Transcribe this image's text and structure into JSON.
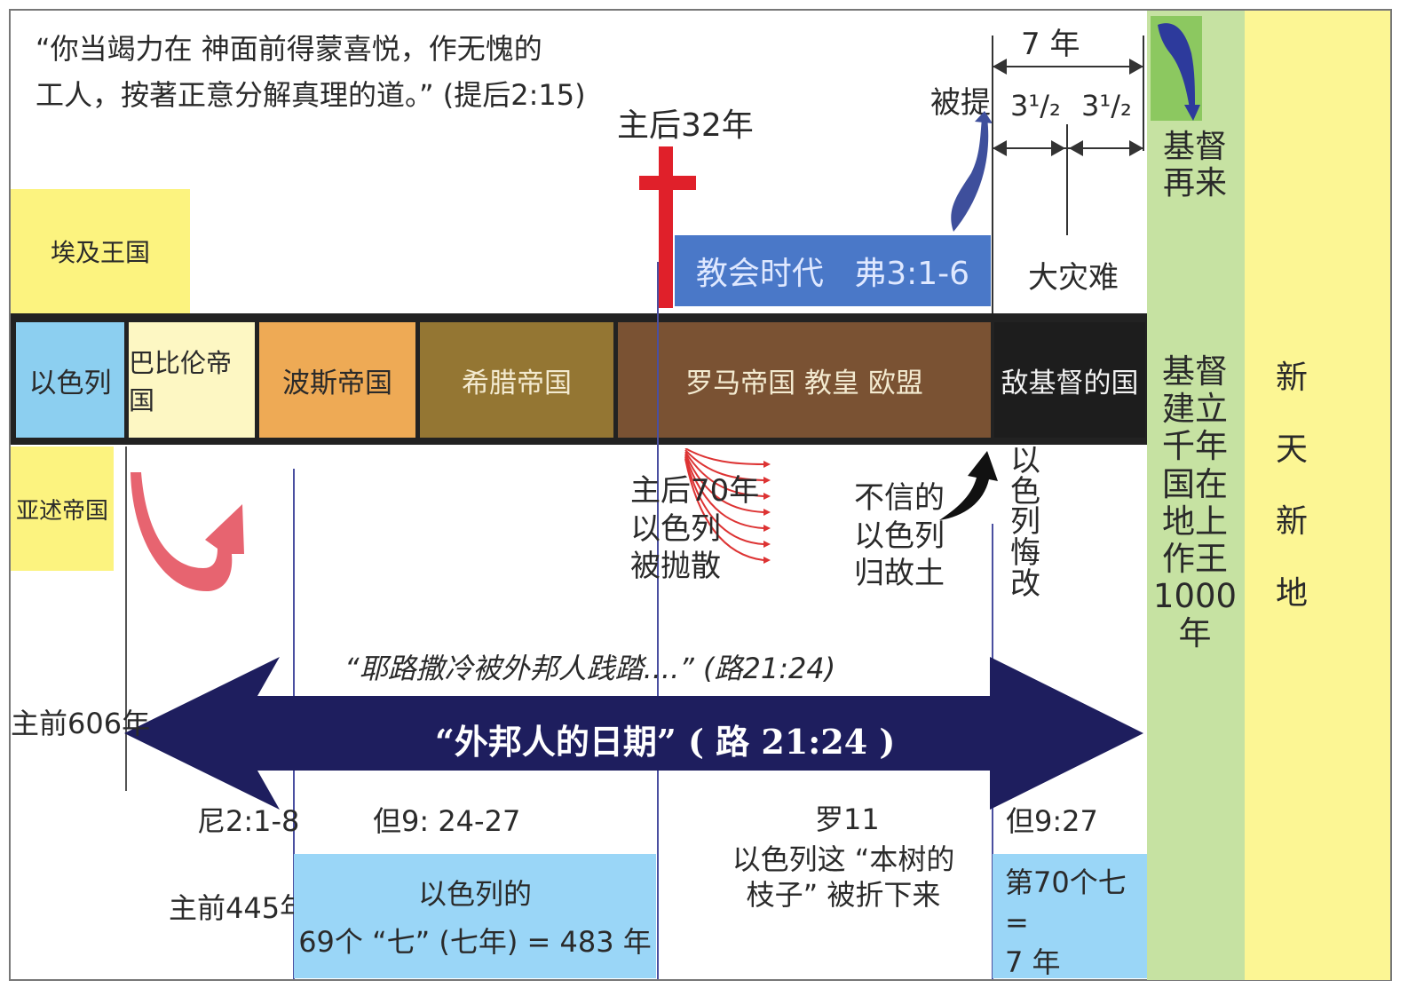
{
  "quote": {
    "line1": "“你当竭力在   神面前得蒙喜悦，作无愧的",
    "line2": "工人，按著正意分解真理的道。” (提后2:15)"
  },
  "labels": {
    "egypt": "埃及王国",
    "assyria": "亚述帝国",
    "ad32": "主后32年",
    "church_age": "教会时代   弗3:1-6",
    "rapture": "被提",
    "seven_years": "7 年",
    "half_left": "3¹/₂",
    "half_right": "3¹/₂",
    "tribulation": "大灾难",
    "second_coming": [
      "基督",
      "再来"
    ],
    "millennium": [
      "基督",
      "建立",
      "千年",
      "国在",
      "地上",
      "作王",
      "1000",
      "年"
    ],
    "new_heaven": [
      "新",
      "天",
      "新",
      "地"
    ],
    "ad70": [
      "主后70年",
      "以色列",
      "被抛散"
    ],
    "unbelieving": [
      "不信的",
      "以色列",
      "归故土"
    ],
    "repent": [
      "以",
      "色",
      "列",
      "悔",
      "改"
    ],
    "jerusalem_quote": "“耶路撒冷被外邦人践踏....” (路21:24)",
    "gentile_times": "“外邦人的日期” ( 路 21:24 )",
    "bc606": "主前606年",
    "neh": "尼2:1-8",
    "dan9_24": "但9: 24-27",
    "rom11": "罗11",
    "branches": [
      "以色列这 “本树的",
      "枝子” 被折下来"
    ],
    "dan9_27": "但9:27",
    "bc445": "主前445年",
    "sixty_nine": [
      "以色列的",
      "69个 “七” (七年) = 483 年"
    ],
    "seventieth": [
      "第70个七=",
      "7 年"
    ]
  },
  "kingdoms": [
    {
      "name": "以色列",
      "color": "#8ccff0"
    },
    {
      "name": "巴比伦帝国",
      "color": "#fdf7c3"
    },
    {
      "name": "波斯帝国",
      "color": "#eeaa55"
    },
    {
      "name": "希腊帝国",
      "color": "#947633"
    },
    {
      "name": "罗马帝国 教皇 欧盟",
      "color": "#7a5233"
    },
    {
      "name": "敌基督的国",
      "color": "#1d1d1d"
    }
  ],
  "colors": {
    "egypt_box": "#fcf37f",
    "church_box": "#4a78c8",
    "millennium": "#c6e2a2",
    "new_earth": "#fcf694",
    "cross": "#e0202a",
    "gentile_arrow": "#1e1e5e",
    "blue_box": "#9ad6f7",
    "pink_arrow": "#e76470",
    "timeline_line": "#4a4fa0"
  }
}
